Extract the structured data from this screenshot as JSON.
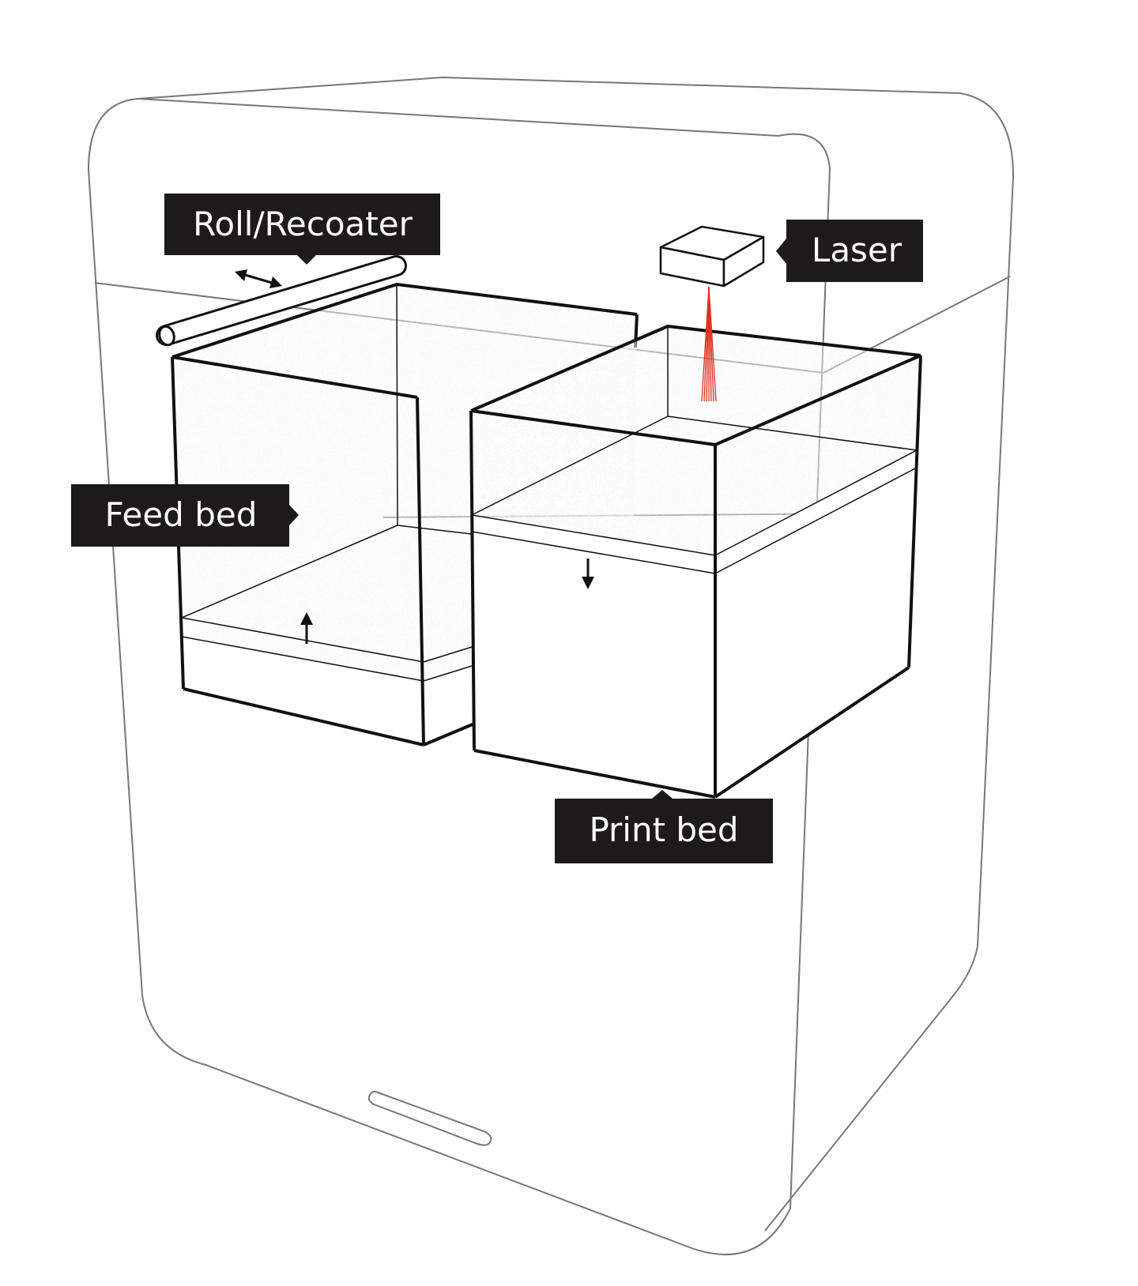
{
  "labels": {
    "roll_recoater": "Roll/Recoater",
    "laser": "Laser",
    "feed_bed": "Feed bed",
    "print_bed": "Print bed"
  },
  "colors": {
    "outline": "#111111",
    "housing": "#777777",
    "label_bg": "#1c1a1a",
    "label_text": "#ffffff",
    "powder": "#d2d2d2",
    "laser_beam": "#e0301e"
  },
  "icons": {
    "recoater_motion": "double-arrow-horizontal-icon",
    "feed_motion": "arrow-up-icon",
    "print_motion": "arrow-down-icon"
  }
}
